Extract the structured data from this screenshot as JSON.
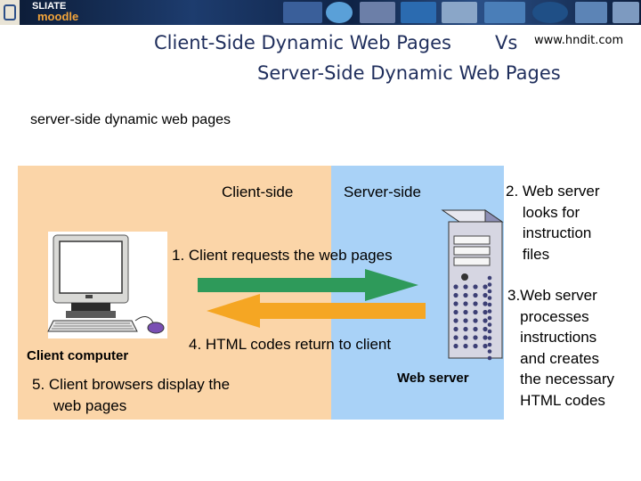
{
  "header": {
    "brand_top": "SLIATE",
    "brand_bottom": "moodle",
    "site": "www.hndit.com"
  },
  "title": {
    "line1": "Client-Side Dynamic Web Pages",
    "vs": "Vs",
    "line2": "Server-Side Dynamic Web Pages"
  },
  "subtitle": "server-side dynamic web pages",
  "diagram": {
    "client_side_label": "Client-side",
    "server_side_label": "Server-side",
    "step1": "1. Client requests the web pages",
    "step4": "4. HTML codes return to client",
    "step5_line1": "5. Client browsers display the",
    "step5_line2": "web pages",
    "client_computer": "Client computer",
    "web_server": "Web server",
    "colors": {
      "client_panel": "#fbd5a8",
      "server_panel": "#a9d2f7",
      "request_arrow": "#2e9a5a",
      "response_arrow": "#f5a623"
    }
  },
  "notes": {
    "step2": "2. Web server\n    looks for\n    instruction\n    files",
    "step3": "3.Web server\n   processes\n   instructions\n   and creates\n   the necessary\n   HTML codes"
  }
}
